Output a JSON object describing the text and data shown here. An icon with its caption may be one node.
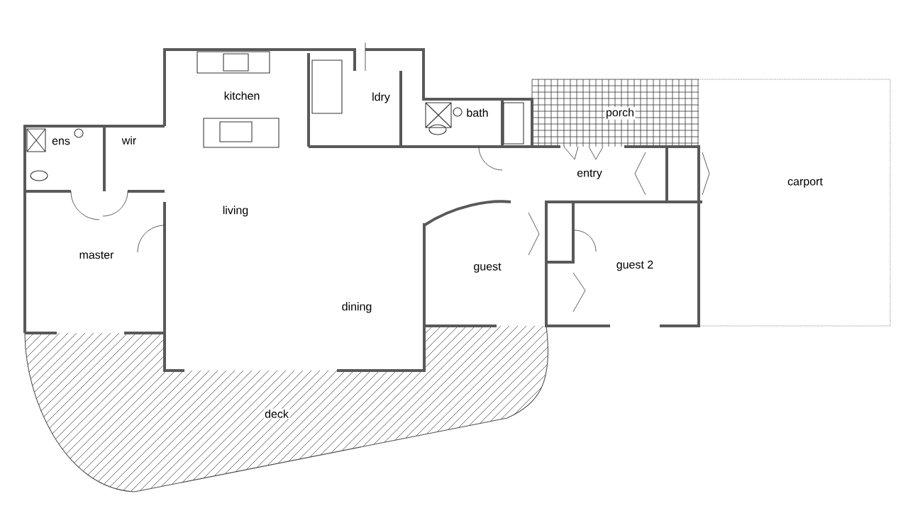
{
  "diagram": {
    "labels": [
      "kitchen",
      "ldry",
      "bath",
      "porch",
      "ens",
      "wir",
      "entry",
      "carport",
      "living",
      "master",
      "guest",
      "guest 2",
      "dining",
      "deck"
    ]
  }
}
